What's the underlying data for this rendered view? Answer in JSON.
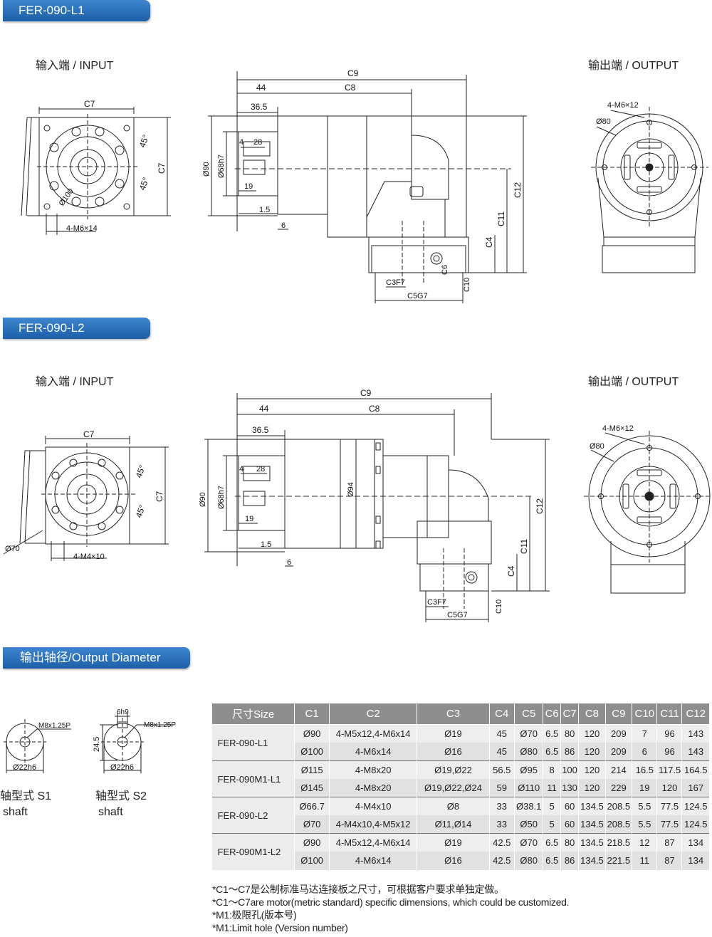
{
  "sections": {
    "l1_title": "FER-090-L1",
    "l2_title": "FER-090-L2",
    "output_title": "输出轴径/Output Diameter"
  },
  "views": {
    "input_label": "输入端 / INPUT",
    "output_label": "输出端 / OUTPUT"
  },
  "dims_l1": {
    "c7": "C7",
    "c9": "C9",
    "c8": "C8",
    "d44": "44",
    "d365": "36.5",
    "d4": "4",
    "d28": "28",
    "d19": "19",
    "d15": "1.5",
    "d6": "6",
    "phi90": "Ø90",
    "phi68": "Ø68h7",
    "c12": "C12",
    "c11": "C11",
    "c4": "C4",
    "c6": "C6",
    "c10": "C10",
    "c3": "C3F7",
    "c5": "C5G7",
    "a45": "45°",
    "phi100": "Ø100",
    "holes_in": "4-M6×14",
    "holes_out": "4-M6×12",
    "phi80": "Ø80"
  },
  "dims_l2": {
    "c7": "C7",
    "c9": "C9",
    "c8": "C8",
    "d44": "44",
    "d365": "36.5",
    "d4": "4",
    "d28": "28",
    "d19": "19",
    "d15": "1.5",
    "d6": "6",
    "phi90": "Ø90",
    "phi68": "Ø68h7",
    "phi94": "Ø94",
    "c12": "C12",
    "c11": "C11",
    "c4": "C4",
    "c10": "C10",
    "c3": "C3F7",
    "c5": "C5G7",
    "a45": "45°",
    "phi70": "Ø70",
    "holes_in": "4-M4×10",
    "holes_out": "4-M6×12",
    "phi80": "Ø80"
  },
  "shafts": {
    "s1_thread": "M8x1.25P",
    "s1_dia": "Ø22h6",
    "s1_name": "轴型式 S1",
    "s1_sub": "shaft",
    "s2_thread": "M8x1.25P",
    "s2_key": "6h9",
    "s2_h": "24.5",
    "s2_dia": "Ø22h6",
    "s2_name": "轴型式 S2",
    "s2_sub": "shaft"
  },
  "table": {
    "headers": [
      "尺寸Size",
      "C1",
      "C2",
      "C3",
      "C4",
      "C5",
      "C6",
      "C7",
      "C8",
      "C9",
      "C10",
      "C11",
      "C12"
    ],
    "groups": [
      {
        "model": "FER-090-L1",
        "rows": [
          [
            "Ø90",
            "4-M5x12,4-M6x14",
            "Ø19",
            "45",
            "Ø70",
            "6.5",
            "80",
            "120",
            "209",
            "7",
            "96",
            "143"
          ],
          [
            "Ø100",
            "4-M6x14",
            "Ø16",
            "45",
            "Ø80",
            "6.5",
            "86",
            "120",
            "209",
            "6",
            "96",
            "143"
          ]
        ]
      },
      {
        "model": "FER-090M1-L1",
        "rows": [
          [
            "Ø115",
            "4-M8x20",
            "Ø19,Ø22",
            "56.5",
            "Ø95",
            "8",
            "100",
            "120",
            "214",
            "16.5",
            "117.5",
            "164.5"
          ],
          [
            "Ø145",
            "4-M8x20",
            "Ø19,Ø22,Ø24",
            "59",
            "Ø110",
            "11",
            "130",
            "120",
            "229",
            "19",
            "120",
            "167"
          ]
        ]
      },
      {
        "model": "FER-090-L2",
        "rows": [
          [
            "Ø66.7",
            "4-M4x10",
            "Ø8",
            "33",
            "Ø38.1",
            "5",
            "60",
            "134.5",
            "208.5",
            "5.5",
            "77.5",
            "124.5"
          ],
          [
            "Ø70",
            "4-M4x10,4-M5x12",
            "Ø11,Ø14",
            "33",
            "Ø50",
            "5",
            "60",
            "134.5",
            "208.5",
            "5.5",
            "77.5",
            "124.5"
          ]
        ]
      },
      {
        "model": "FER-090M1-L2",
        "rows": [
          [
            "Ø90",
            "4-M5x12,4-M6x14",
            "Ø19",
            "42.5",
            "Ø70",
            "6.5",
            "80",
            "134.5",
            "218.5",
            "12",
            "87",
            "134"
          ],
          [
            "Ø100",
            "4-M6x14",
            "Ø16",
            "42.5",
            "Ø80",
            "6.5",
            "86",
            "134.5",
            "221.5",
            "11",
            "87",
            "134"
          ]
        ]
      }
    ]
  },
  "notes": [
    "*C1～C7是公制标准马达连接板之尺寸，可根据客户要求单独定做。",
    "*C1～C7are motor(metric standard) specific dimensions, which could be customized.",
    "*M1:极限孔(版本号)",
    "*M1:Limit hole (Version number)"
  ]
}
